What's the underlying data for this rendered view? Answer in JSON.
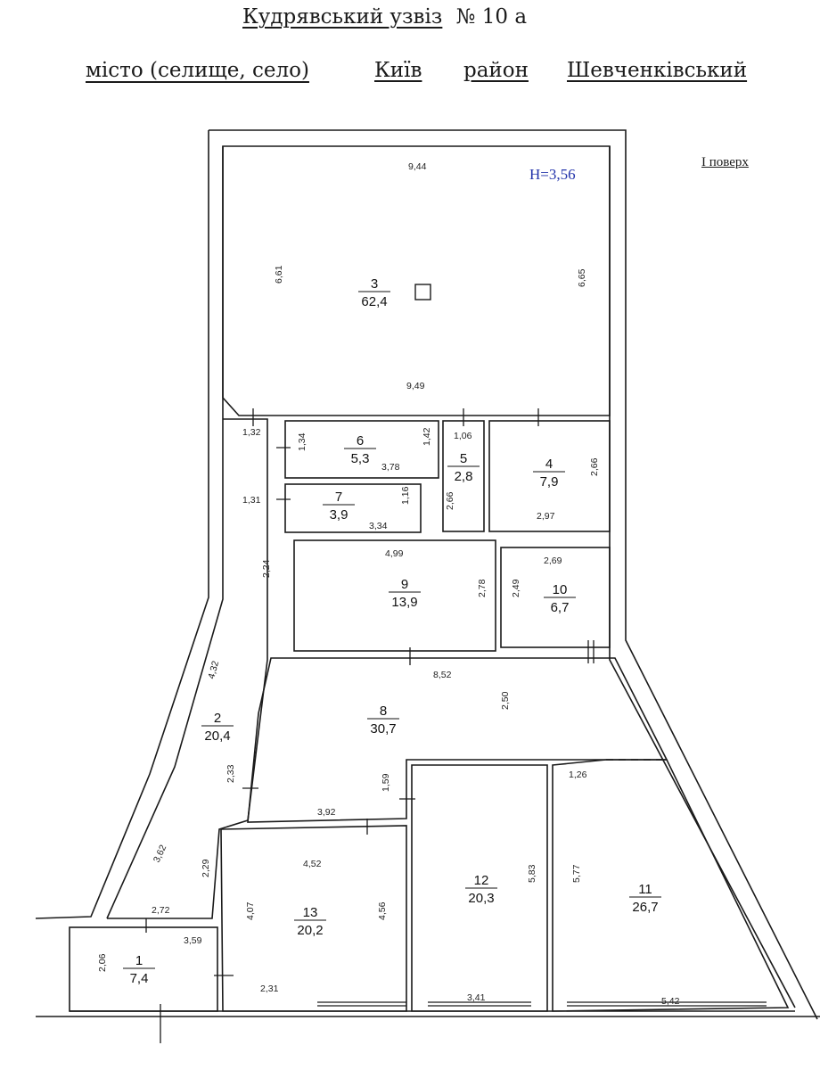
{
  "header": {
    "street": "Кудрявський узвіз",
    "number_label": "№ 10 а",
    "city_label": "місто (селище, село)",
    "city": "Київ",
    "district_label": "район",
    "district": "Шевченківський"
  },
  "floor_label": "I поверх",
  "ceiling_height": "H=3,56",
  "rooms": [
    {
      "num": "1",
      "area": "7,4"
    },
    {
      "num": "2",
      "area": "20,4"
    },
    {
      "num": "3",
      "area": "62,4"
    },
    {
      "num": "4",
      "area": "7,9"
    },
    {
      "num": "5",
      "area": "2,8"
    },
    {
      "num": "6",
      "area": "5,3"
    },
    {
      "num": "7",
      "area": "3,9"
    },
    {
      "num": "8",
      "area": "30,7"
    },
    {
      "num": "9",
      "area": "13,9"
    },
    {
      "num": "10",
      "area": "6,7"
    },
    {
      "num": "11",
      "area": "26,7"
    },
    {
      "num": "12",
      "area": "20,3"
    },
    {
      "num": "13",
      "area": "20,2"
    }
  ],
  "dimensions": {
    "r3_top": "9,44",
    "r3_left": "6,61",
    "r3_right": "6,65",
    "r3_bottom": "9,49",
    "r6_w": "3,78",
    "r6_h": "1,34",
    "r6_h2": "1,42",
    "r7_w": "3,34",
    "r7_h": "1,16",
    "c_132": "1,32",
    "c_131": "1,31",
    "r5_w": "1,06",
    "r5_h": "2,66",
    "r4_w": "2,97",
    "r4_h": "2,66",
    "r9_w": "4,99",
    "r9_h": "2,78",
    "r10_w": "2,69",
    "r10_h": "2,49",
    "c_224": "2,24",
    "c_432": "4,32",
    "r8_w": "8,52",
    "r8_h": "2,50",
    "r8_b": "3,92",
    "r8_d": "1,59",
    "c_233": "2,33",
    "c_362": "3,62",
    "c_229": "2,29",
    "c_272": "2,72",
    "r1_w": "3,59",
    "r1_h": "2,06",
    "r13_w": "4,52",
    "r13_l": "4,07",
    "r13_r": "4,56",
    "r13_b": "2,31",
    "r12_h": "5,83",
    "r12_b": "3,41",
    "r11_t": "1,26",
    "r11_h": "5,77",
    "r11_b": "5,42"
  }
}
